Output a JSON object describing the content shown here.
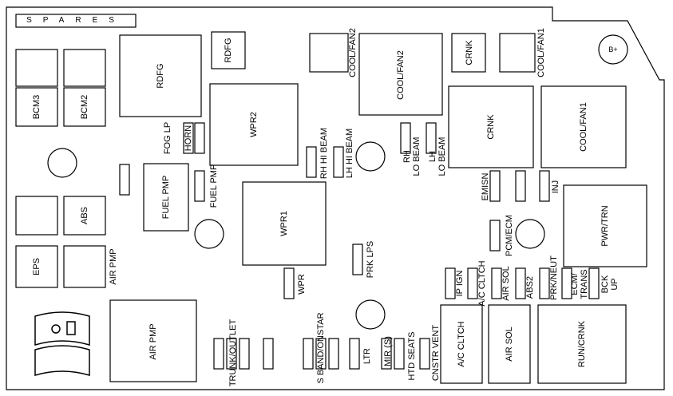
{
  "title_strip": "SPARES",
  "symbol_battery": "B+",
  "labels": {
    "rdfg_big": "RDFG",
    "rdfg_small": "RDFG",
    "bcm3": "BCM3",
    "bcm2": "BCM2",
    "abs": "ABS",
    "eps": "EPS",
    "air_pmp_small": "AIR PMP",
    "fog_lp": "FOG LP",
    "horn": "HORN",
    "fuel_pmp_big": "FUEL PMP",
    "fuel_pmp_small": "FUEL\nPMP",
    "wpr2": "WPR2",
    "wpr1": "WPR1",
    "wpr": "WPR",
    "rh_hi_beam": "RH HI BEAM",
    "lh_hi_beam": "LH HI BEAM",
    "prk_lps": "PRK LPS",
    "cool_fan2_small": "COOL/FAN2",
    "cool_fan2_big": "COOL/FAN2",
    "rh_lo_beam": "RH\nLO BEAM",
    "lh_lo_beam": "LH\nLO BEAM",
    "crnk_small": "CRNK",
    "crnk_big": "CRNK",
    "cool_fan1_small": "COOL/FAN1",
    "cool_fan1_big": "COOL/FAN1",
    "emisn": "EMISN",
    "inj": "INJ",
    "pcm_ecm": "PCM/ECM",
    "pwr_trn": "PWR/TRN",
    "ip_ign": "IP IGN",
    "ac_clth": "A/C CLTCH",
    "air_sol": "AIR SOL",
    "abs2": "ABS2",
    "prk_neut": "PRK/NEUT",
    "ecm_trans": "ECM/\nTRANS",
    "bck_up": "BCK\nUP",
    "air_pmp_big": "AIR PMP",
    "trunk_outlet": "TRUNK/OUTLET",
    "s_band_onstar": "S BAND/ONSTAR",
    "ltr": "LTR",
    "mir_s": "MIR (S)",
    "htd_seats": "HTD SEATS",
    "cnstr_vent": "CNSTR VENT",
    "ac_clth_big": "A/C CLTCH",
    "air_sol_big": "AIR SOL",
    "run_crnk": "RUN/CRNK"
  }
}
